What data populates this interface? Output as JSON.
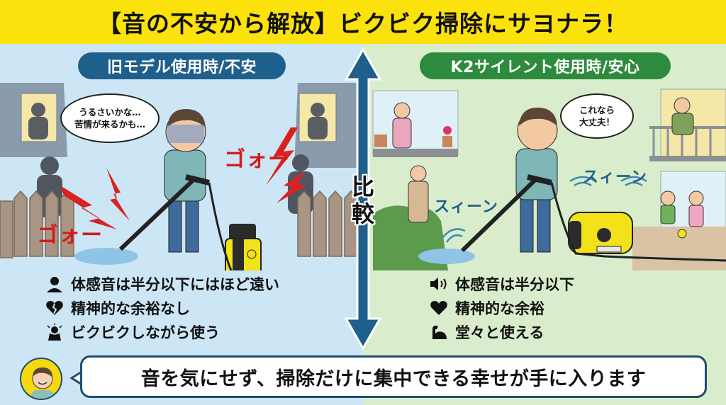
{
  "header": {
    "title": "【音の不安から解放】ビクビク掃除にサヨナラ！",
    "background_color": "#fbe20c"
  },
  "left_panel": {
    "label": "旧モデル使用時/不安",
    "label_color": "#1f5f8b",
    "background_color": "#cde6f6",
    "thought_bubble": {
      "line1": "うるさいかな…",
      "line2": "苦情が来るかも…"
    },
    "sound_effects": [
      "ゴォー",
      "ゴォー"
    ],
    "bullets": [
      {
        "icon": "stressed-person-icon",
        "text": "体感音は半分以下にはほど遠い"
      },
      {
        "icon": "broken-heart-icon",
        "text": "精神的な余裕なし"
      },
      {
        "icon": "anxious-person-icon",
        "text": "ビクビクしながら使う"
      }
    ]
  },
  "center": {
    "compare_label_line1": "比",
    "compare_label_line2": "較",
    "arrow_color": "#1f5f8b"
  },
  "right_panel": {
    "label": "K2サイレント使用時/安心",
    "label_color": "#2e8b3e",
    "background_color": "#d9edcc",
    "thought_bubble": {
      "line1": "これなら",
      "line2": "大丈夫！"
    },
    "sound_effects": [
      "スィーン",
      "スィーン"
    ],
    "bullets": [
      {
        "icon": "speaker-low-volume-icon",
        "text": "体感音は半分以下"
      },
      {
        "icon": "heart-icon",
        "text": "精神的な余裕"
      },
      {
        "icon": "flexed-arm-icon",
        "text": "堂々と使える"
      }
    ]
  },
  "footer": {
    "message": "音を気にせず、掃除だけに集中できる幸せが手に入ります"
  }
}
